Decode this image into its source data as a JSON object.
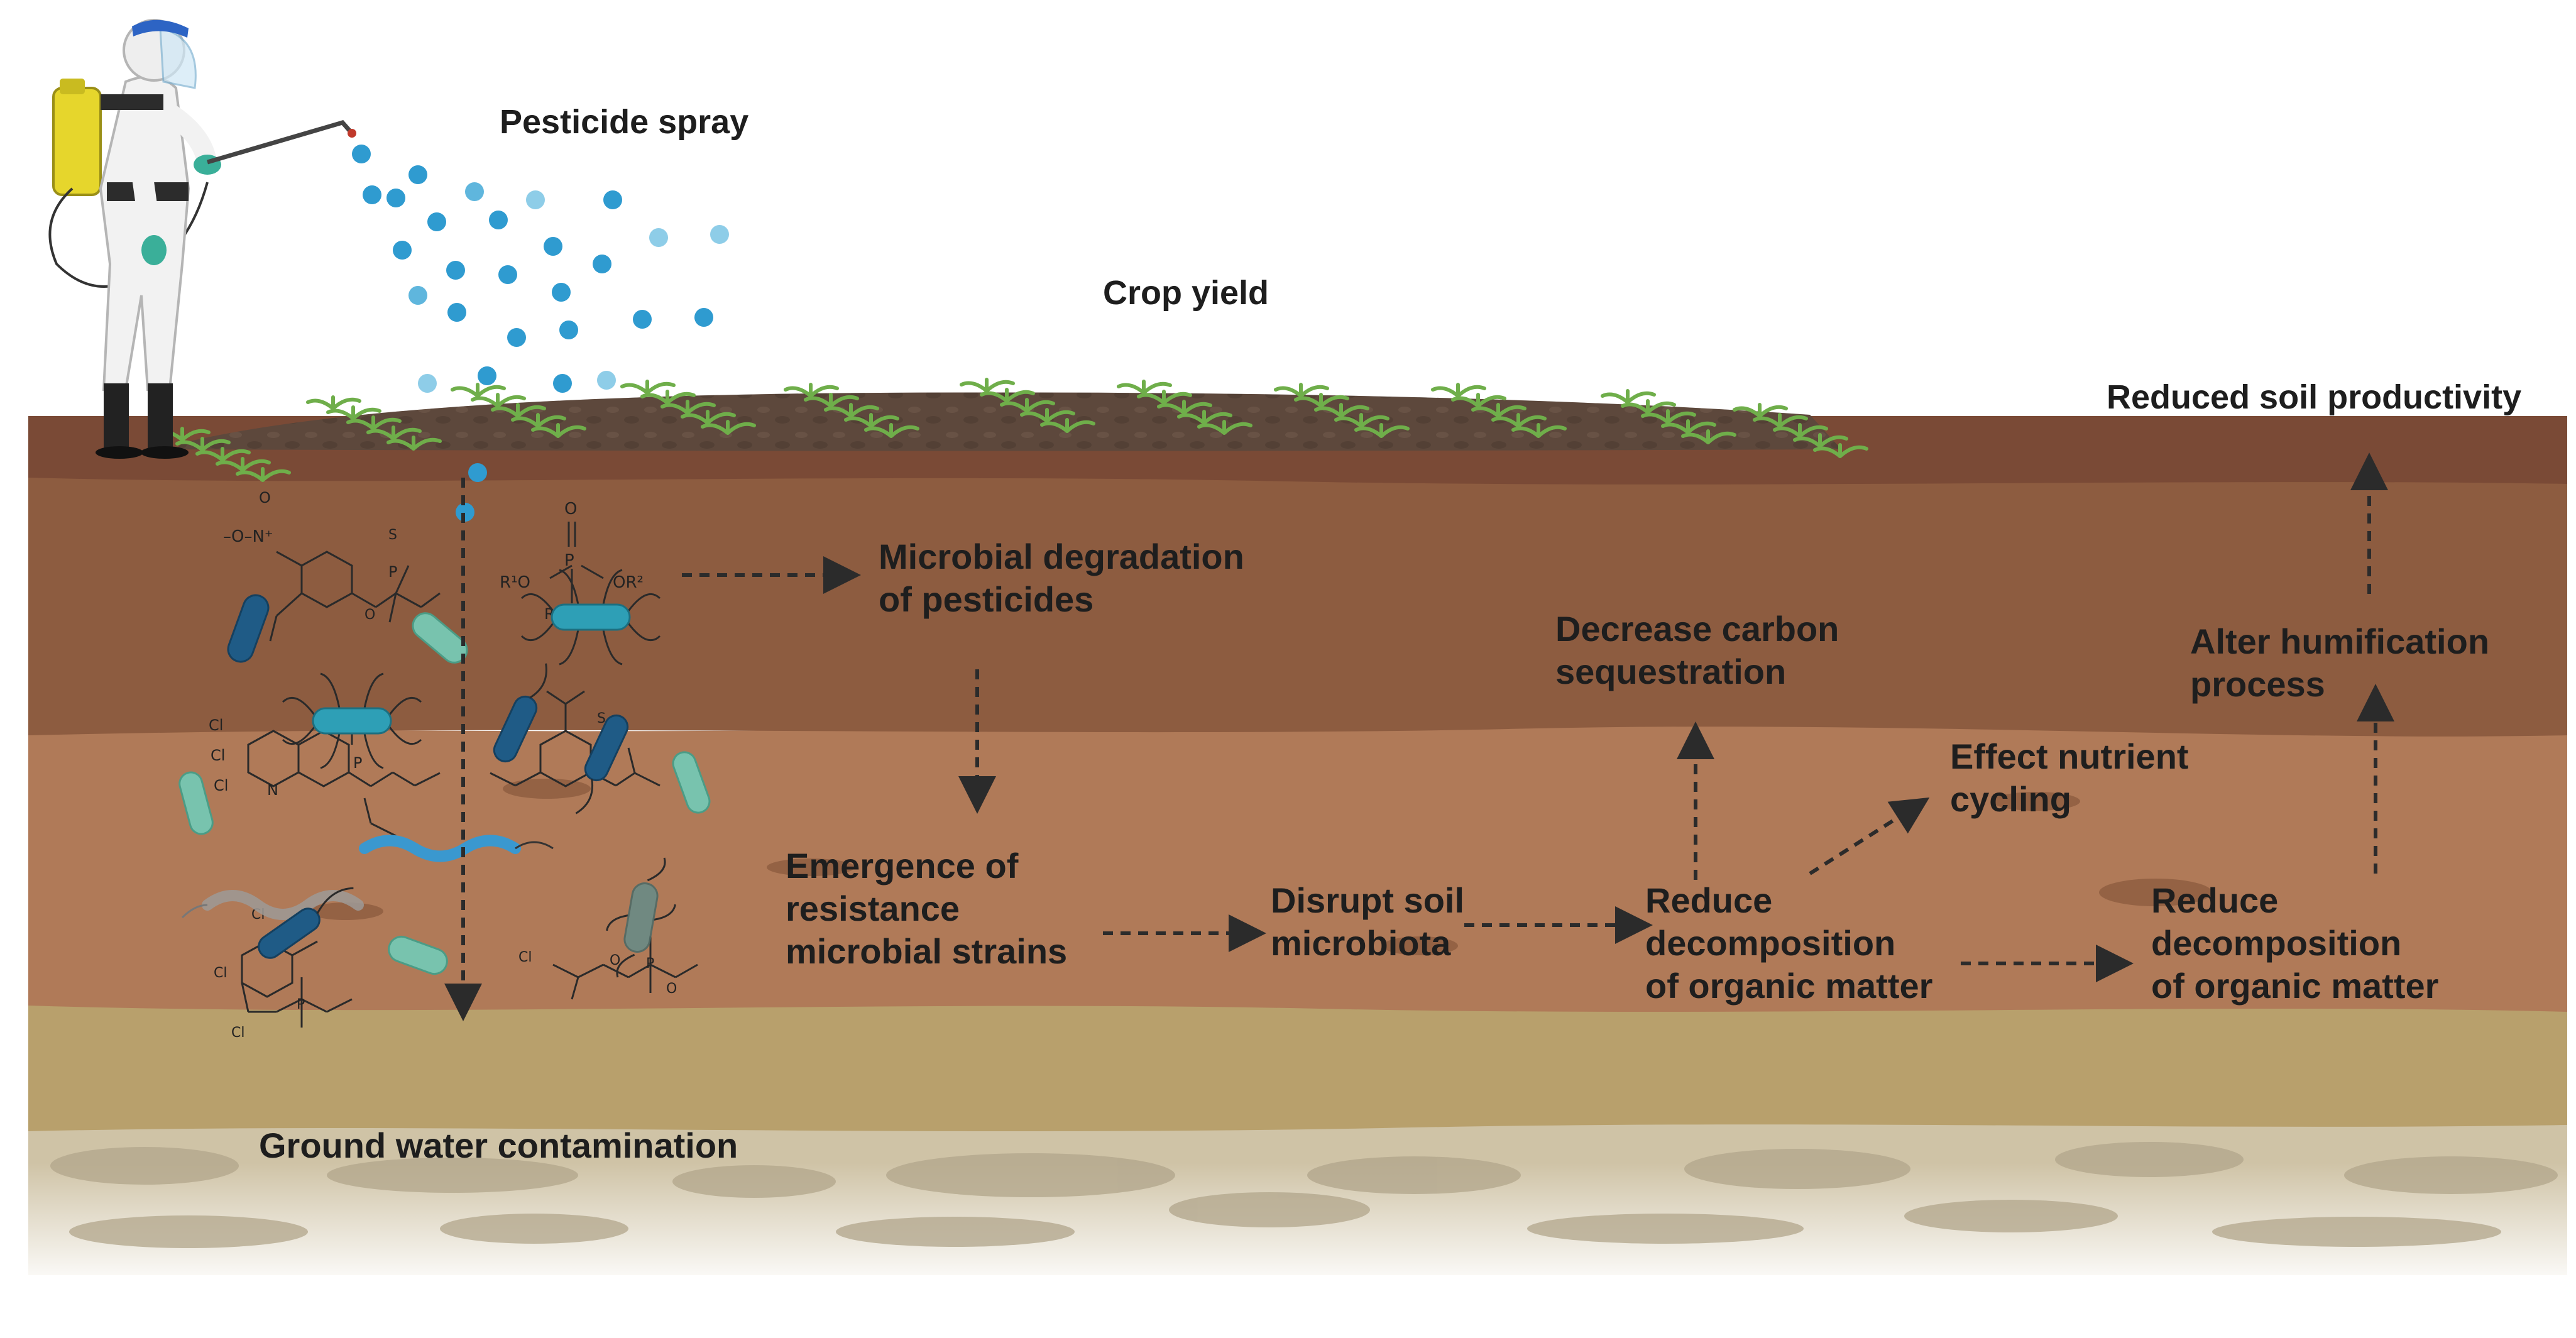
{
  "diagram": {
    "labels": {
      "pesticide_spray": "Pesticide spray",
      "crop_yield": "Crop yield",
      "reduced_soil_productivity": "Reduced soil productivity",
      "microbial_degradation": [
        "Microbial degradation",
        "of pesticides"
      ],
      "decrease_carbon": [
        "Decrease carbon",
        "sequestration"
      ],
      "alter_humification": [
        "Alter humification",
        "process"
      ],
      "effect_nutrient": [
        "Effect nutrient",
        "cycling"
      ],
      "emergence_resistance": [
        "Emergence of",
        "resistance",
        "microbial strains"
      ],
      "disrupt_soil": [
        "Disrupt soil",
        "microbiota"
      ],
      "reduce_decomposition_1": [
        "Reduce",
        "decomposition",
        "of organic matter"
      ],
      "reduce_decomposition_2": [
        "Reduce",
        "decomposition",
        "of organic matter"
      ],
      "ground_water": "Ground water contamination"
    },
    "chemical_labels": {
      "nitro": "–O–N⁺",
      "nitro_o": "O",
      "s1": "S",
      "p1": "P",
      "o1": "O",
      "o_top": "O",
      "p2": "P",
      "r1o": "R¹O",
      "or2": "OR²",
      "r": "R",
      "cl1": "Cl",
      "cl2": "Cl",
      "n1": "N",
      "s2": "S",
      "p3": "P",
      "cl3": "Cl",
      "cl4": "Cl",
      "cl5": "Cl",
      "cl6": "Cl",
      "cl7": "Cl",
      "p4": "P",
      "p5": "P",
      "o_a": "O",
      "o_b": "O"
    },
    "colors": {
      "topsoil": "#7a4a36",
      "layer2": "#8d5c40",
      "layer3": "#b07a58",
      "sand": "#b8a06c",
      "bedrock": "#cfc3a6",
      "droplet": "#2f9bd0",
      "bacteria_blue": "#1f5b86",
      "bacteria_teal": "#78c3ae",
      "arrow": "#2b2b2b"
    }
  }
}
